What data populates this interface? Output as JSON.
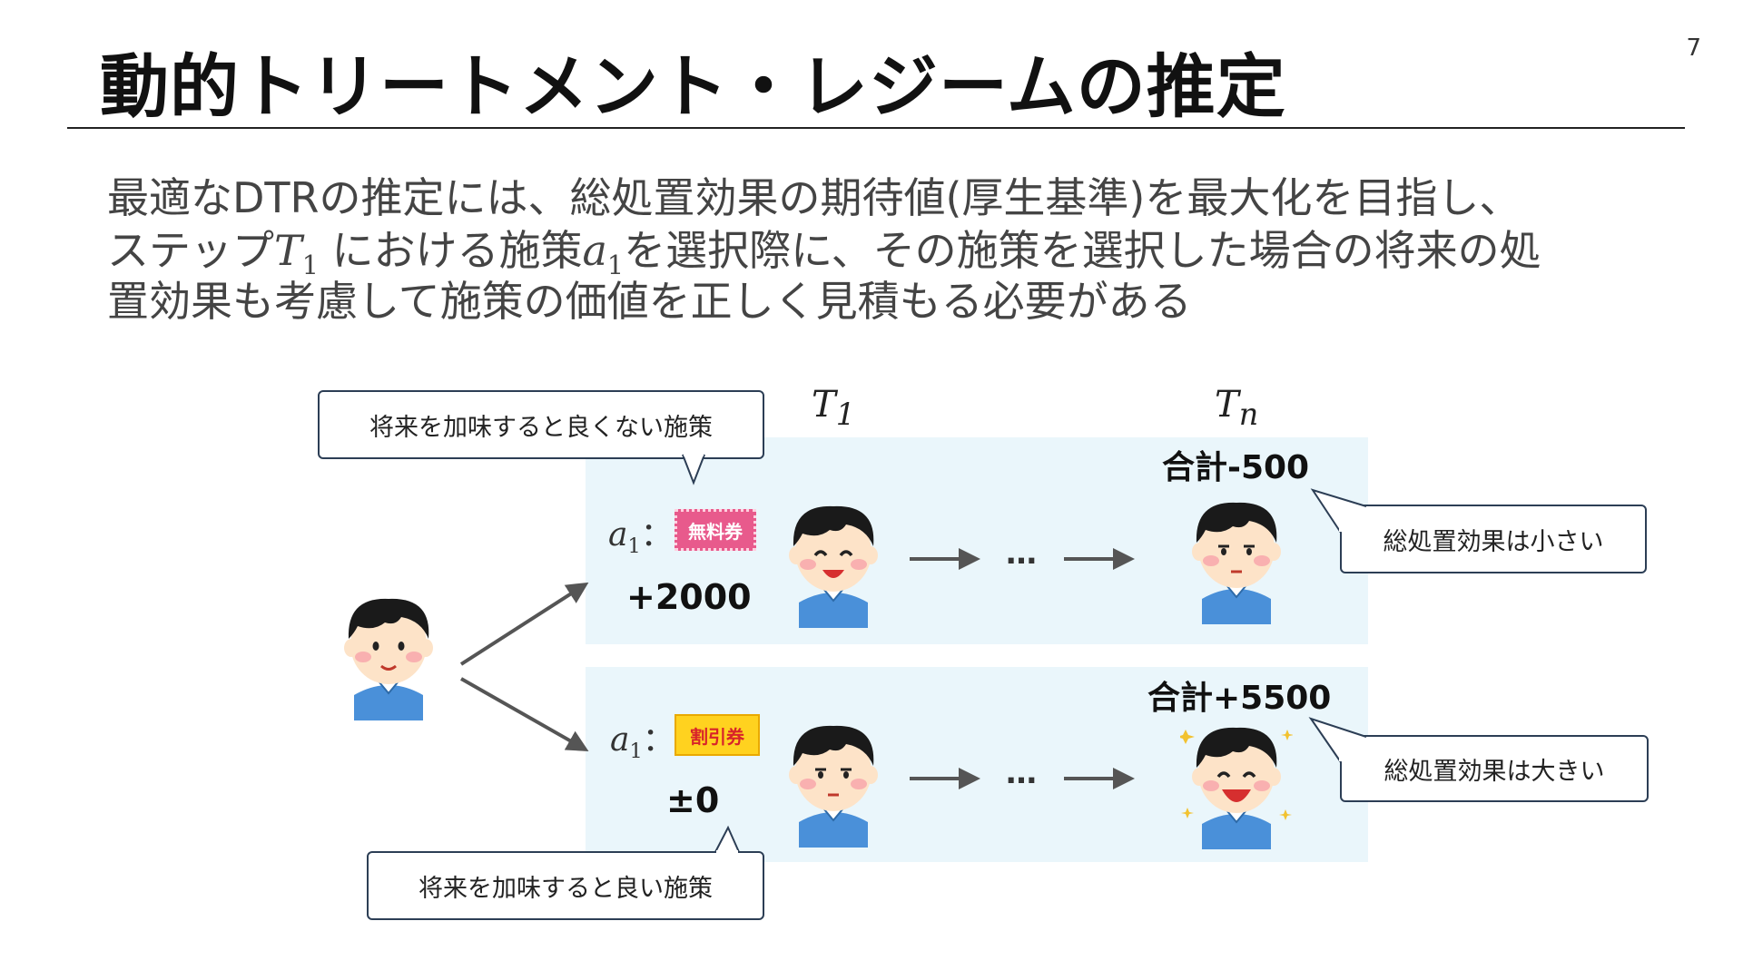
{
  "slide": {
    "title": "動的トリートメント・レジームの推定",
    "page_number": "7"
  },
  "body": {
    "line1": "最適なDTRの推定には、総処置効果の期待値(厚生基準)を最大化を目指し、",
    "line2_a": "ステップ",
    "line2_math1_base": "T",
    "line2_math1_sub": "1",
    "line2_b": " における施策",
    "line2_math2_base": "a",
    "line2_math2_sub": "1",
    "line2_c": "を選択際に、その施策を選択した場合の将来の処",
    "line3": "置効果も考慮して施策の価値を正しく見積もる必要がある"
  },
  "diagram": {
    "time_labels": {
      "t1_base": "T",
      "t1_sub": "1",
      "tn_base": "T",
      "tn_sub": "n"
    },
    "action_label_base": "a",
    "action_label_sub": "1",
    "action_colon": "：",
    "top": {
      "callout": "将来を加味すると良くない施策",
      "coupon": "無料券",
      "coupon_color": "#e85a8c",
      "immediate": "+2000",
      "ellipsis": "…",
      "total": "合計-500",
      "effect_callout": "総処置効果は小さい"
    },
    "bottom": {
      "callout": "将来を加味すると良い施策",
      "coupon": "割引券",
      "coupon_color": "#ffd21f",
      "immediate": "±0",
      "ellipsis": "…",
      "total": "合計+5500",
      "effect_callout": "総処置効果は大きい"
    },
    "colors": {
      "panel": "#eaf6fb",
      "shirt": "#4a90d9",
      "hair": "#1a1a1a",
      "skin": "#fde3c8"
    }
  }
}
